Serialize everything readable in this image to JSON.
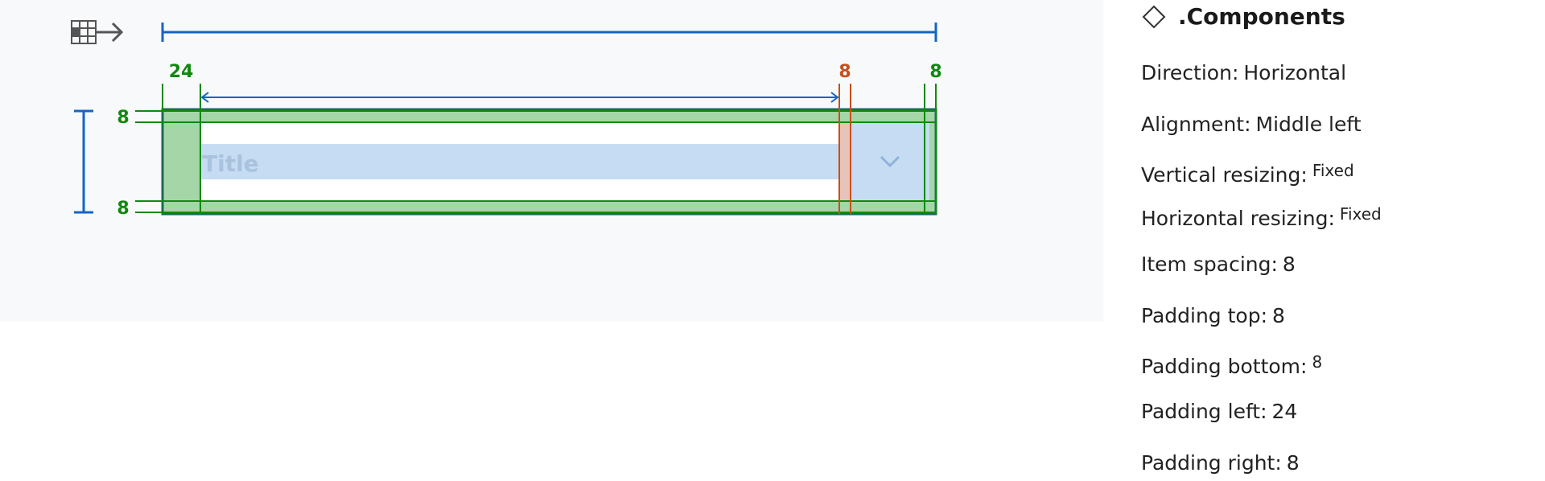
{
  "canvas": {
    "layout_icon": "auto-layout-horizontal-icon",
    "colors": {
      "measure_blue": "#1565c0",
      "padding_green": "#118811",
      "padding_fill": "#a5d6a7",
      "spacing_orange": "#c6501c",
      "content_blue": "#c6dcf3",
      "frame_stroke": "#1a6b5a"
    },
    "padding_labels": {
      "left": "24",
      "spacing": "8",
      "right": "8",
      "top": "8",
      "bottom": "8"
    },
    "component": {
      "title_placeholder": "Title",
      "trailing_icon": "chevron-down-icon"
    }
  },
  "panel": {
    "icon": "component-diamond-icon",
    "title": ".Components",
    "properties": [
      {
        "label": "Direction:",
        "value": "Horizontal"
      },
      {
        "label": "Alignment:",
        "value": "Middle left"
      },
      {
        "label": "Vertical resizing:",
        "value": "Fixed"
      },
      {
        "label": "Horizontal resizing:",
        "value": "Fixed"
      },
      {
        "label": "Item spacing:",
        "value": "8"
      },
      {
        "label": "Padding top:",
        "value": "8"
      },
      {
        "label": "Padding bottom:",
        "value": "8"
      },
      {
        "label": "Padding left:",
        "value": "24"
      },
      {
        "label": "Padding right:",
        "value": "8"
      }
    ]
  }
}
